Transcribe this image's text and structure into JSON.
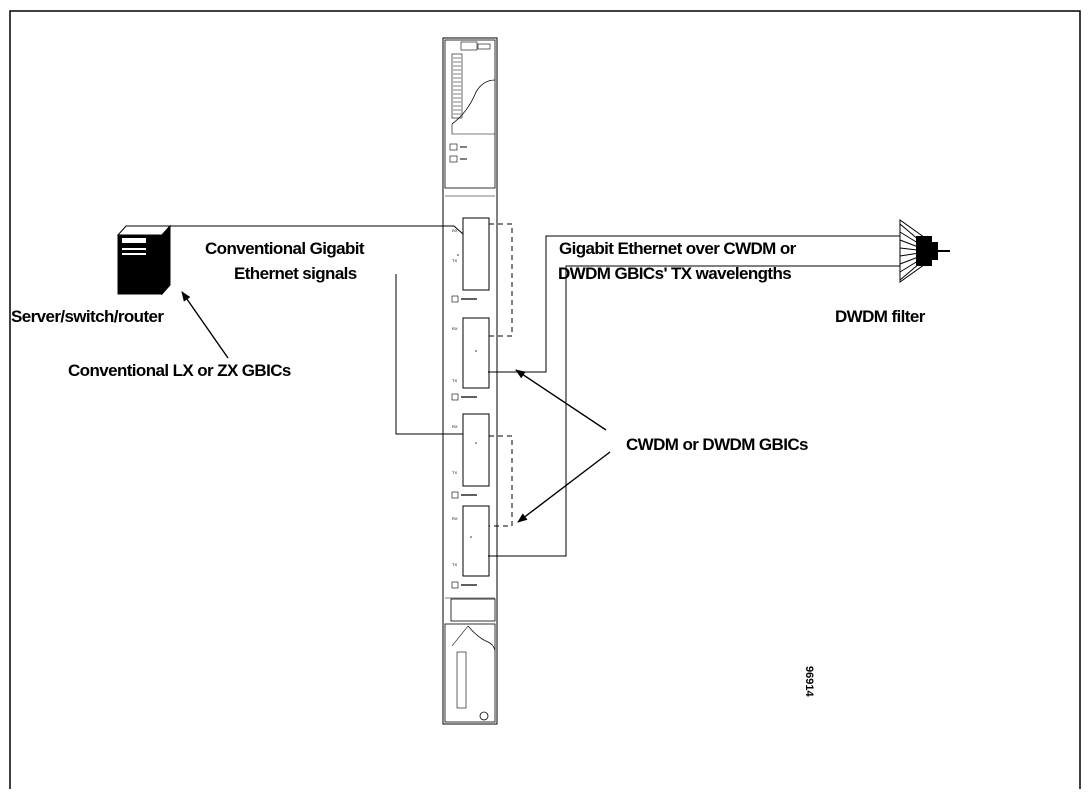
{
  "labels": {
    "gigabit_signals_line1": "Conventional Gigabit",
    "gigabit_signals_line2": "Ethernet signals",
    "server": "Server/switch/router",
    "lx_zx_gbics": "Conventional LX or ZX GBICs",
    "over_cwdm_line1": "Gigabit Ethernet over CWDM or",
    "over_cwdm_line2": "DWDM GBICs' TX wavelengths",
    "dwdm_filter": "DWDM filter",
    "cwdm_dwdm_gbics": "CWDM or DWDM GBICs",
    "figure_number": "96914"
  },
  "icons": {
    "server": "server-tower-icon",
    "filter": "dwdm-filter-icon",
    "module": "line-card-module-icon"
  }
}
